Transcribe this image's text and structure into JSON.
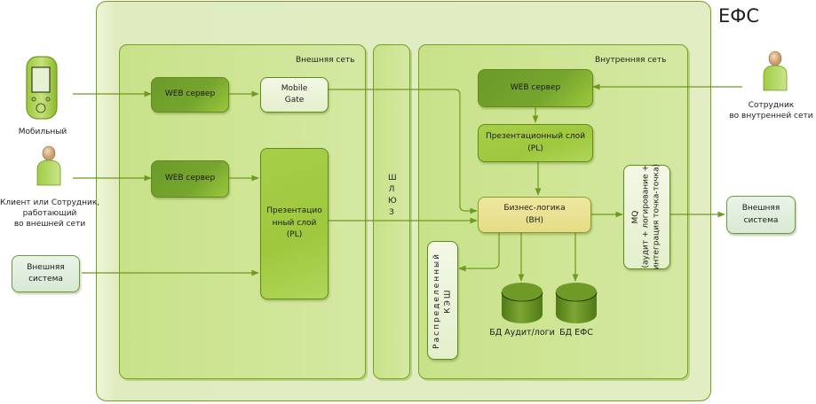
{
  "diagram": {
    "title": "ЕФС",
    "zones": {
      "external": "Внешняя сеть",
      "gateway": "Ш Л Ю З",
      "internal": "Внутренняя сеть"
    },
    "actors": {
      "mobile": "Мобильный",
      "client": [
        "Клиент или Сотрудник,",
        "работающий",
        "во внешней сети"
      ],
      "employee": [
        "Сотрудник",
        "во внутренней сети"
      ]
    },
    "external_systems": {
      "left": [
        "Внешняя",
        "система"
      ],
      "right": [
        "Внешняя",
        "система"
      ]
    },
    "external_zone_nodes": {
      "web_server_1": "WEB сервер",
      "mobile_gate": [
        "Mobile",
        "Gate"
      ],
      "web_server_2": "WEB сервер",
      "presentation": [
        "Презентацио",
        "нный слой",
        "(PL)"
      ]
    },
    "internal_zone_nodes": {
      "web_server": "WEB сервер",
      "presentation": [
        "Презентационный слой",
        "(PL)"
      ],
      "business_logic": [
        "Бизнес-логика",
        "(BH)"
      ],
      "cache": [
        "Распределенный",
        "КЭШ"
      ],
      "mq": [
        "MQ",
        "(аудит + логирование +",
        "интеграция точка-точка)"
      ],
      "db_audit": "БД Аудит/логи",
      "db_efs": "БД ЕФС"
    },
    "colors": {
      "line": "#6e9a1e",
      "node_dark": "#6b9a2a",
      "node_mid": "#a6ce48",
      "node_yellow": "#e8df8c"
    }
  }
}
